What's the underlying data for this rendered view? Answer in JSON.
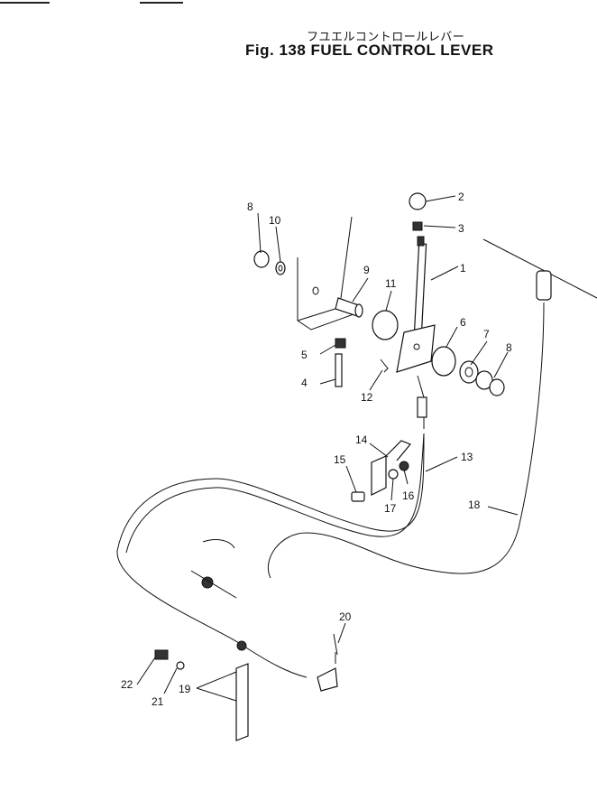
{
  "title_jp": "フユエルコントロールレバー",
  "title_en": "Fig. 138  FUEL  CONTROL  LEVER",
  "callouts": [
    "1",
    "2",
    "3",
    "4",
    "5",
    "6",
    "7",
    "8",
    "8",
    "9",
    "10",
    "11",
    "12",
    "13",
    "14",
    "15",
    "16",
    "17",
    "18",
    "19",
    "20",
    "21",
    "22"
  ]
}
